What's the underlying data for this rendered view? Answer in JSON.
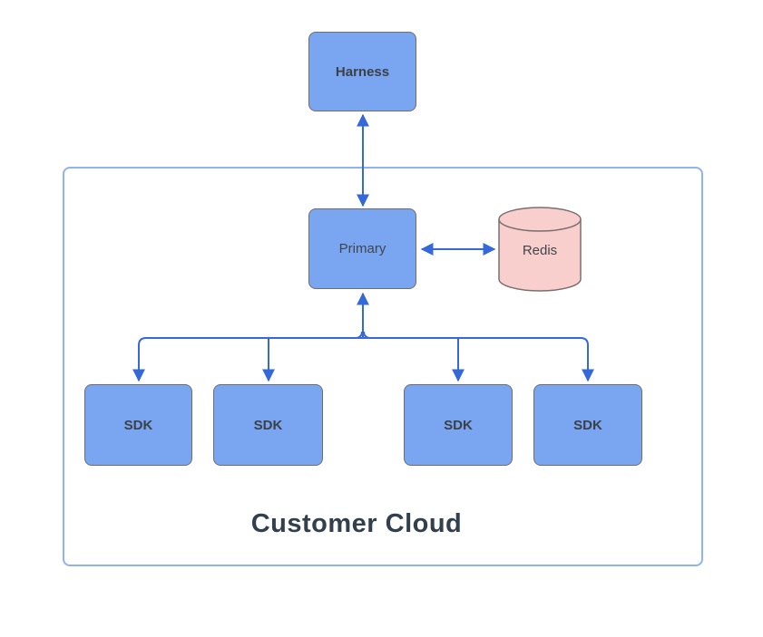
{
  "diagram": {
    "type": "architecture-flow",
    "container": {
      "label": "Customer Cloud"
    },
    "nodes": {
      "harness": {
        "label": "Harness",
        "shape": "rounded-rectangle"
      },
      "primary": {
        "label": "Primary",
        "shape": "rounded-rectangle"
      },
      "redis": {
        "label": "Redis",
        "shape": "cylinder"
      },
      "sdk1": {
        "label": "SDK",
        "shape": "rounded-rectangle"
      },
      "sdk2": {
        "label": "SDK",
        "shape": "rounded-rectangle"
      },
      "sdk3": {
        "label": "SDK",
        "shape": "rounded-rectangle"
      },
      "sdk4": {
        "label": "SDK",
        "shape": "rounded-rectangle"
      }
    },
    "edges": [
      {
        "from": "harness",
        "to": "primary",
        "direction": "bidirectional"
      },
      {
        "from": "primary",
        "to": "redis",
        "direction": "bidirectional"
      },
      {
        "from": "sdk1",
        "to": "primary",
        "direction": "branch-bus",
        "arrowheads": "into-sdk-and-into-primary"
      },
      {
        "from": "sdk2",
        "to": "primary",
        "direction": "branch-bus",
        "arrowheads": "into-sdk-and-into-primary"
      },
      {
        "from": "sdk3",
        "to": "primary",
        "direction": "branch-bus",
        "arrowheads": "into-sdk-and-into-primary"
      },
      {
        "from": "sdk4",
        "to": "primary",
        "direction": "branch-bus",
        "arrowheads": "into-sdk-and-into-primary"
      }
    ],
    "colors": {
      "node_fill": "#7AA5F0",
      "node_border": "#6E6E6E",
      "redis_fill": "#F8CFCD",
      "redis_border": "#7A6F6E",
      "arrow": "#3568DA",
      "container_border": "#8FB2F0",
      "node_text": "#41464D",
      "container_label_text": "#32404E",
      "background": "#FFFFFF"
    }
  }
}
